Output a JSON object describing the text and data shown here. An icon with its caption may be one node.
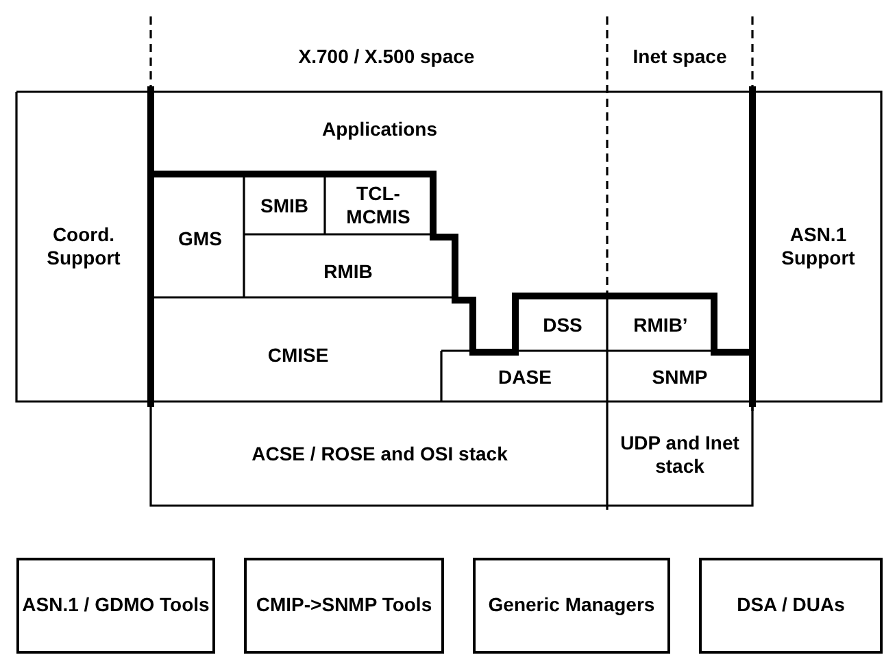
{
  "diagram": {
    "nodes": [
      {
        "text": [
          "Coord. Support"
        ]
      },
      {
        "text": [
          "Applications"
        ]
      },
      {
        "text": [
          "GMS"
        ]
      },
      {
        "text": [
          "SMIB"
        ]
      },
      {
        "text": [
          "TCL-MCMIS"
        ]
      },
      {
        "text": [
          "RMIB"
        ]
      },
      {
        "text": [
          "CMISE"
        ]
      },
      {
        "text": [
          "DSS"
        ]
      },
      {
        "text": [
          "RMIB’"
        ]
      },
      {
        "text": [
          "DASE"
        ]
      },
      {
        "text": [
          "SNMP"
        ]
      },
      {
        "text": [
          "ASN.1 Support"
        ]
      },
      {
        "text": [
          "ACSE / ROSE and OSI stack"
        ]
      },
      {
        "text": [
          "UDP and Inet stack"
        ]
      },
      {
        "text": [
          "ASN.1 / GDMO Tools"
        ]
      },
      {
        "text": [
          "CMIP->SNMP Tools"
        ]
      },
      {
        "text": [
          "Generic Managers"
        ]
      },
      {
        "text": [
          "DSA / DUAs"
        ]
      }
    ],
    "edges": [],
    "labels": [
      "X.700 / X.500 space",
      "Inet space"
    ]
  }
}
